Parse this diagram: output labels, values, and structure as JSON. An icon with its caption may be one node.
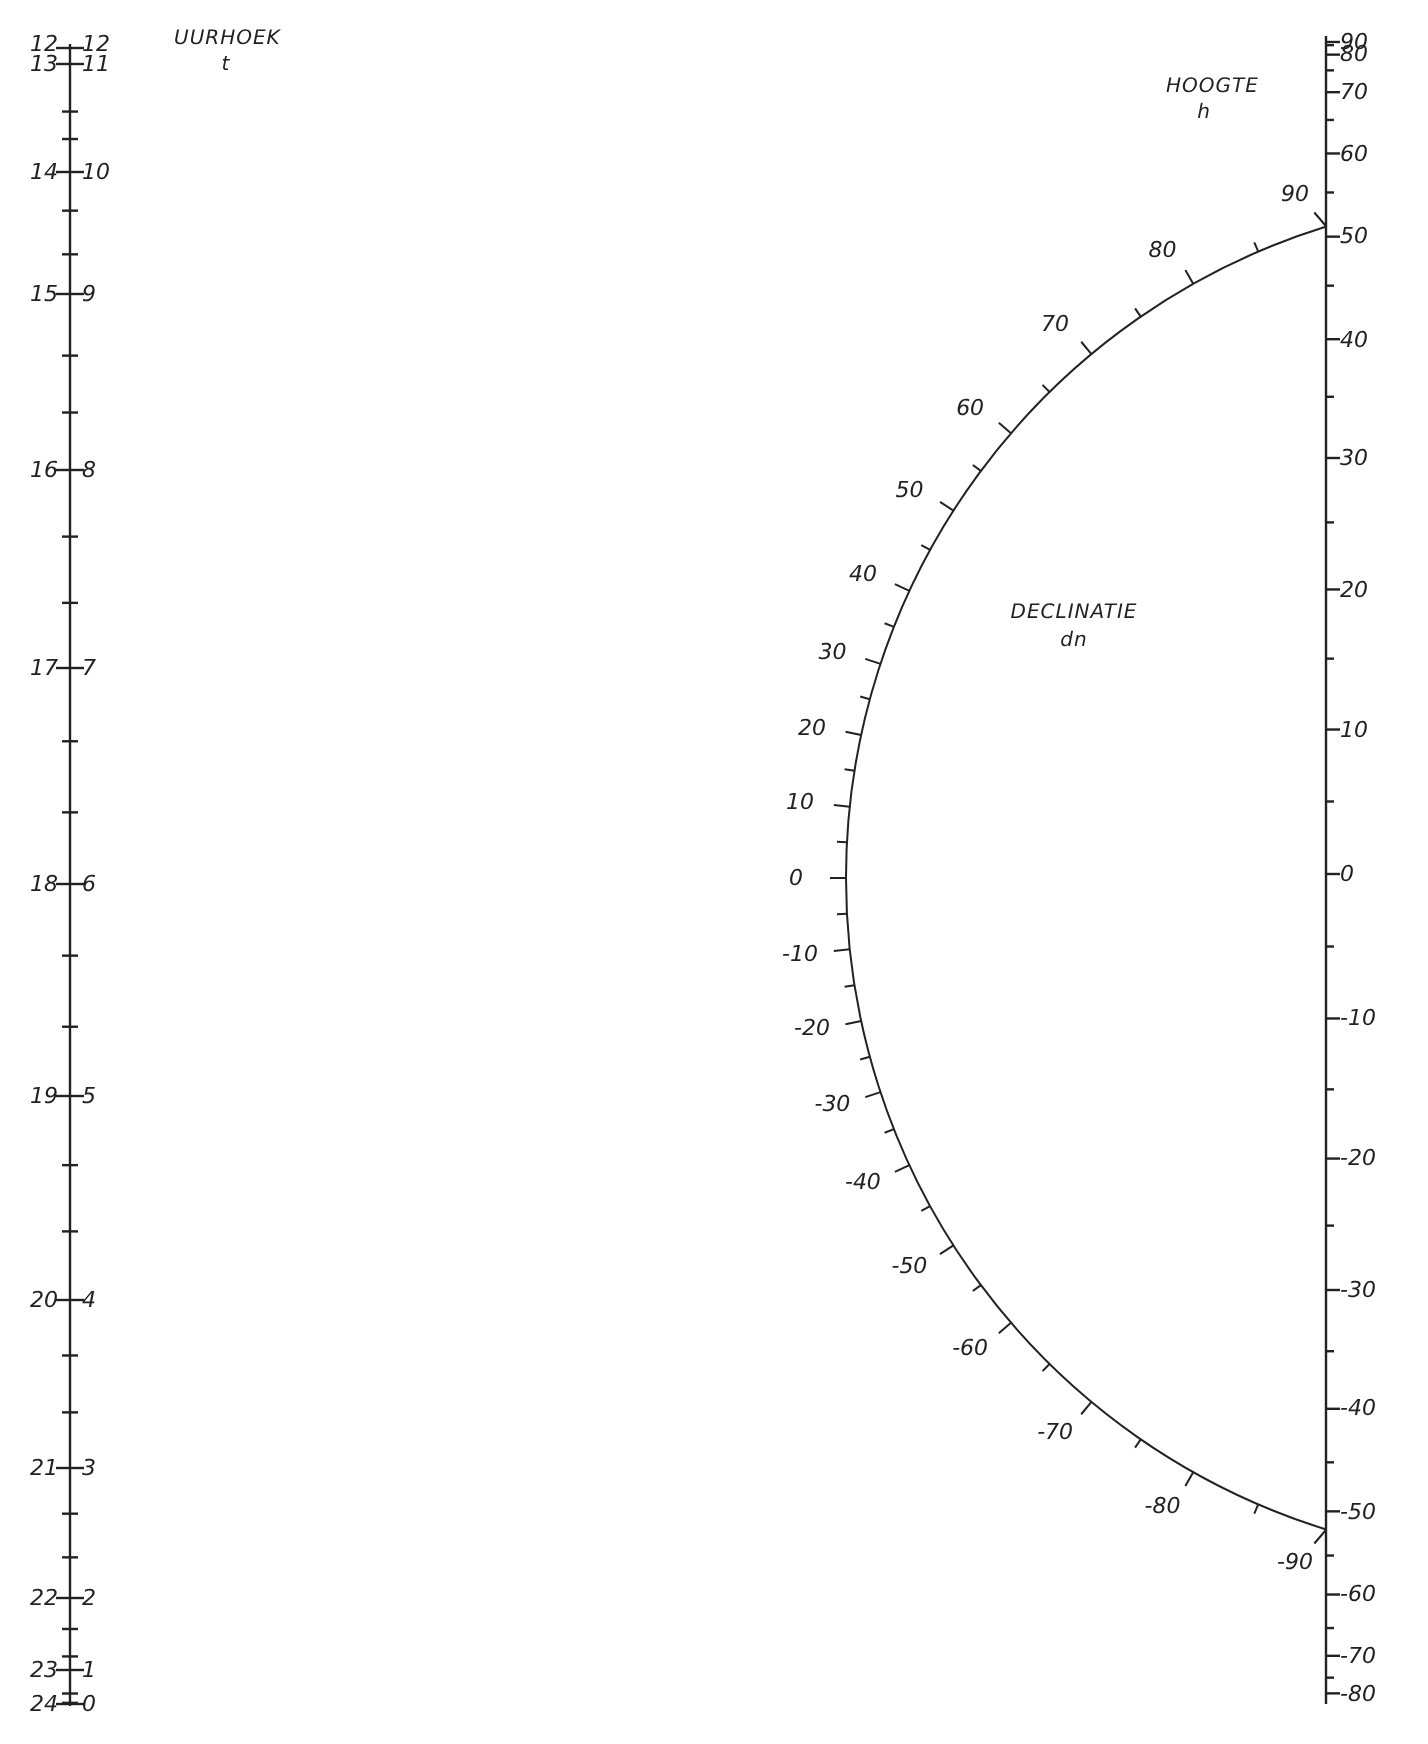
{
  "diagram": {
    "labels": [
      "UURHOEK",
      "t",
      "HOOGTE",
      "h",
      "12",
      "12",
      "13",
      "11",
      "14",
      "10",
      "15",
      "9",
      "16",
      "8",
      "17",
      "7",
      "18",
      "6",
      "19",
      "5",
      "20",
      "4",
      "21",
      "3",
      "22",
      "2",
      "23",
      "1",
      "24",
      "0",
      "DECLINATIE",
      "dn",
      "90",
      "80",
      "70",
      "60",
      "50",
      "40",
      "30",
      "20",
      "10",
      "0",
      "-10",
      "-20",
      "-30",
      "-40",
      "-50",
      "-60",
      "-70",
      "-80",
      "-90",
      "90",
      "80",
      "70",
      "60",
      "50",
      "40",
      "30",
      "20",
      "10",
      "0",
      "-10",
      "-20",
      "-30",
      "-40",
      "-50",
      "-60",
      "-70",
      "-80"
    ]
  }
}
